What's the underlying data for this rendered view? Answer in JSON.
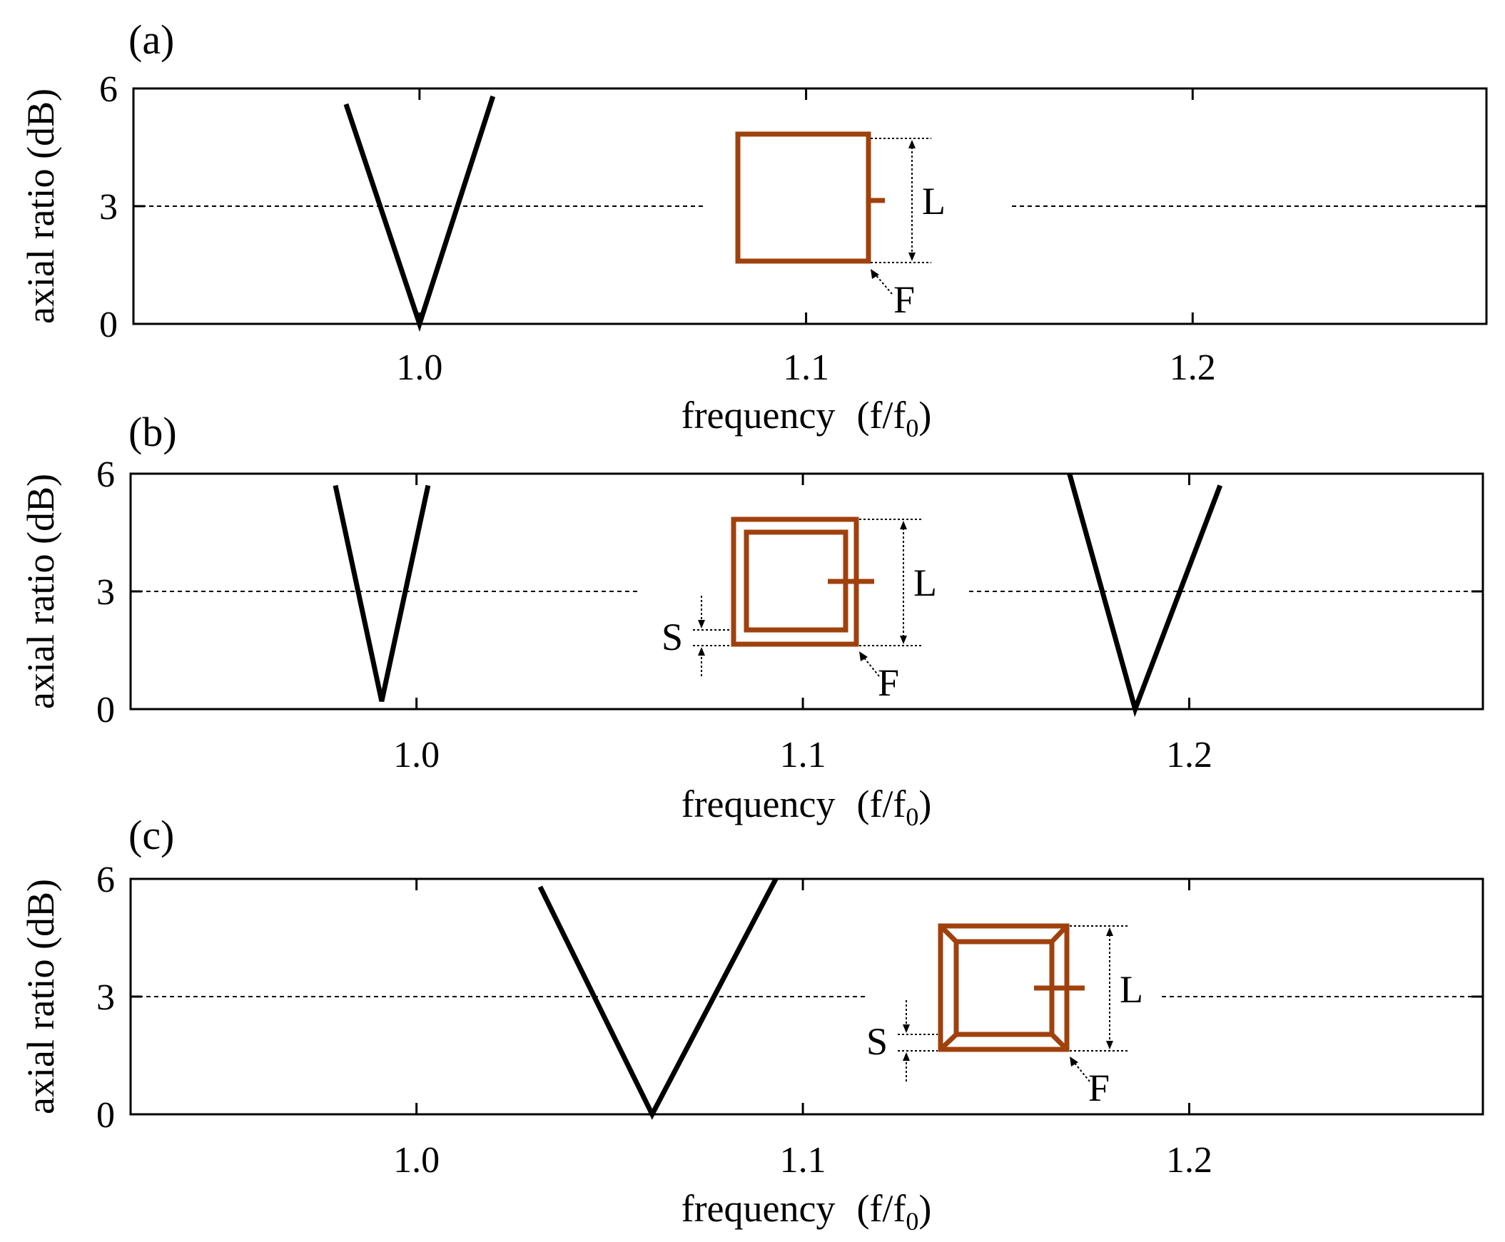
{
  "chart_data": [
    {
      "type": "line",
      "panel_label": "(a)",
      "xlabel": "frequency",
      "xlabel_unit_prefix": "(f/f",
      "xlabel_unit_sub": "0",
      "xlabel_unit_suffix": ")",
      "ylabel": "axial ratio (dB)",
      "xlim": [
        0.926,
        1.276
      ],
      "ylim": [
        0,
        6
      ],
      "xticks": [
        1.0,
        1.1,
        1.2
      ],
      "xtick_labels": [
        "1.0",
        "1.1",
        "1.2"
      ],
      "yticks": [
        0,
        3,
        6
      ],
      "ytick_labels": [
        "0",
        "3",
        "6"
      ],
      "reference_line": {
        "y": 3,
        "style": "dashed"
      },
      "series": [
        {
          "x": [
            0.981,
            1.0,
            1.019
          ],
          "y": [
            5.6,
            0.0,
            5.8
          ]
        }
      ],
      "inset": {
        "type": "square-loop",
        "labels": [
          "L",
          "F"
        ]
      },
      "colors": {
        "curve": "#000000",
        "inset": "#A0410D"
      }
    },
    {
      "type": "line",
      "panel_label": "(b)",
      "xlabel": "frequency",
      "xlabel_unit_prefix": "(f/f",
      "xlabel_unit_sub": "0",
      "xlabel_unit_suffix": ")",
      "ylabel": "axial ratio (dB)",
      "xlim": [
        0.926,
        1.276
      ],
      "ylim": [
        0,
        6
      ],
      "xticks": [
        1.0,
        1.1,
        1.2
      ],
      "xtick_labels": [
        "1.0",
        "1.1",
        "1.2"
      ],
      "yticks": [
        0,
        3,
        6
      ],
      "ytick_labels": [
        "0",
        "3",
        "6"
      ],
      "reference_line": {
        "y": 3,
        "style": "dashed"
      },
      "series": [
        {
          "x": [
            0.979,
            0.991,
            1.003
          ],
          "y": [
            5.7,
            0.2,
            5.7
          ]
        },
        {
          "x": [
            1.169,
            1.186,
            1.208
          ],
          "y": [
            6.0,
            0.0,
            5.7
          ]
        }
      ],
      "inset": {
        "type": "double-square-loop",
        "labels": [
          "L",
          "S",
          "F"
        ]
      },
      "colors": {
        "curve": "#000000",
        "inset": "#A0410D"
      }
    },
    {
      "type": "line",
      "panel_label": "(c)",
      "xlabel": "frequency",
      "xlabel_unit_prefix": "(f/f",
      "xlabel_unit_sub": "0",
      "xlabel_unit_suffix": ")",
      "ylabel": "axial ratio (dB)",
      "xlim": [
        0.926,
        1.276
      ],
      "ylim": [
        0,
        6
      ],
      "xticks": [
        1.0,
        1.1,
        1.2
      ],
      "xtick_labels": [
        "1.0",
        "1.1",
        "1.2"
      ],
      "yticks": [
        0,
        3,
        6
      ],
      "ytick_labels": [
        "0",
        "3",
        "6"
      ],
      "reference_line": {
        "y": 3,
        "style": "dashed"
      },
      "series": [
        {
          "x": [
            1.032,
            1.061,
            1.093
          ],
          "y": [
            5.8,
            0.0,
            6.0
          ]
        }
      ],
      "inset": {
        "type": "double-square-loop-chamfered",
        "labels": [
          "L",
          "S",
          "F"
        ]
      },
      "colors": {
        "curve": "#000000",
        "inset": "#A0410D"
      }
    }
  ]
}
